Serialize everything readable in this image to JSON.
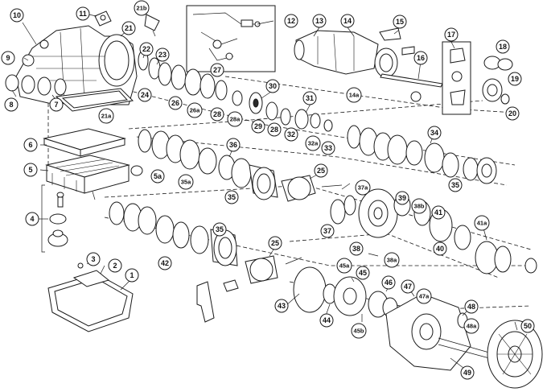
{
  "callouts": [
    "1",
    "2",
    "3",
    "4",
    "5",
    "5a",
    "6",
    "7",
    "8",
    "9",
    "10",
    "11",
    "12",
    "13",
    "14",
    "14a",
    "15",
    "16",
    "17",
    "18",
    "19",
    "20",
    "21",
    "21a",
    "21b",
    "22",
    "23",
    "24",
    "25",
    "25",
    "26",
    "26a",
    "27",
    "28",
    "28",
    "28a",
    "29",
    "30",
    "31",
    "32",
    "32a",
    "33",
    "34",
    "35",
    "35",
    "35",
    "35a",
    "36",
    "37",
    "37a",
    "38",
    "38a",
    "38b",
    "39",
    "40",
    "41",
    "41a",
    "42",
    "43",
    "44",
    "45",
    "45a",
    "45b",
    "46",
    "47",
    "47a",
    "48",
    "48a",
    "49",
    "50"
  ]
}
